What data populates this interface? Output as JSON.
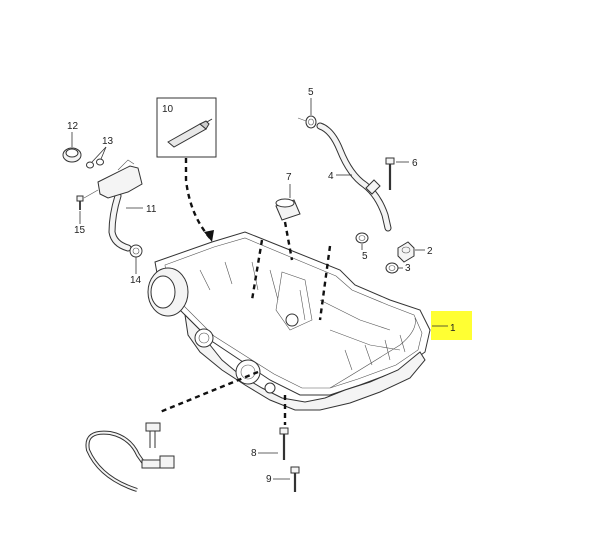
{
  "callouts": {
    "c1": "1",
    "c2": "2",
    "c3": "3",
    "c4": "4",
    "c5a": "5",
    "c5b": "5",
    "c6": "6",
    "c7": "7",
    "c8": "8",
    "c9": "9",
    "c10": "10",
    "c11": "11",
    "c12": "12",
    "c13": "13",
    "c14": "14",
    "c15": "15"
  },
  "colors": {
    "highlight": "#ffff33",
    "line": "#333333"
  },
  "icons": {
    "sealant_tube": "sealant-tube-icon"
  }
}
